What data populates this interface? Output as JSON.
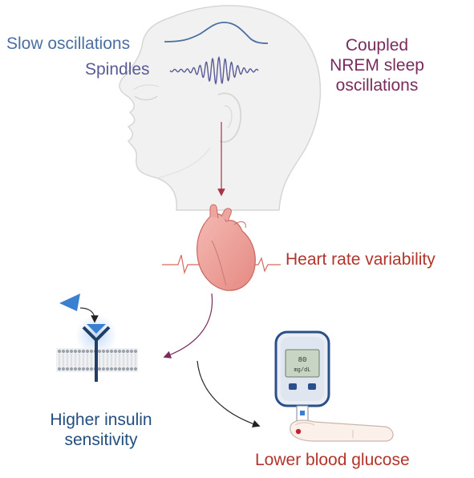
{
  "labels": {
    "slow_oscillations": "Slow oscillations",
    "spindles": "Spindles",
    "coupled_line1": "Coupled",
    "coupled_line2": "NREM sleep",
    "coupled_line3": "oscillations",
    "heart_rate_variability": "Heart rate variability",
    "insulin_line1": "Higher insulin",
    "insulin_line2": "sensitivity",
    "lower_glucose": "Lower blood glucose"
  },
  "meter": {
    "reading": "80",
    "unit": "mg/dL"
  },
  "colors": {
    "slow_osc": "#4a6fa0",
    "spindles": "#5a5a96",
    "coupled": "#7a2b5e",
    "heart": "#b3342a",
    "insulin": "#234e80",
    "head_fill": "#f1f1f1",
    "head_stroke": "#d6d6d6"
  }
}
